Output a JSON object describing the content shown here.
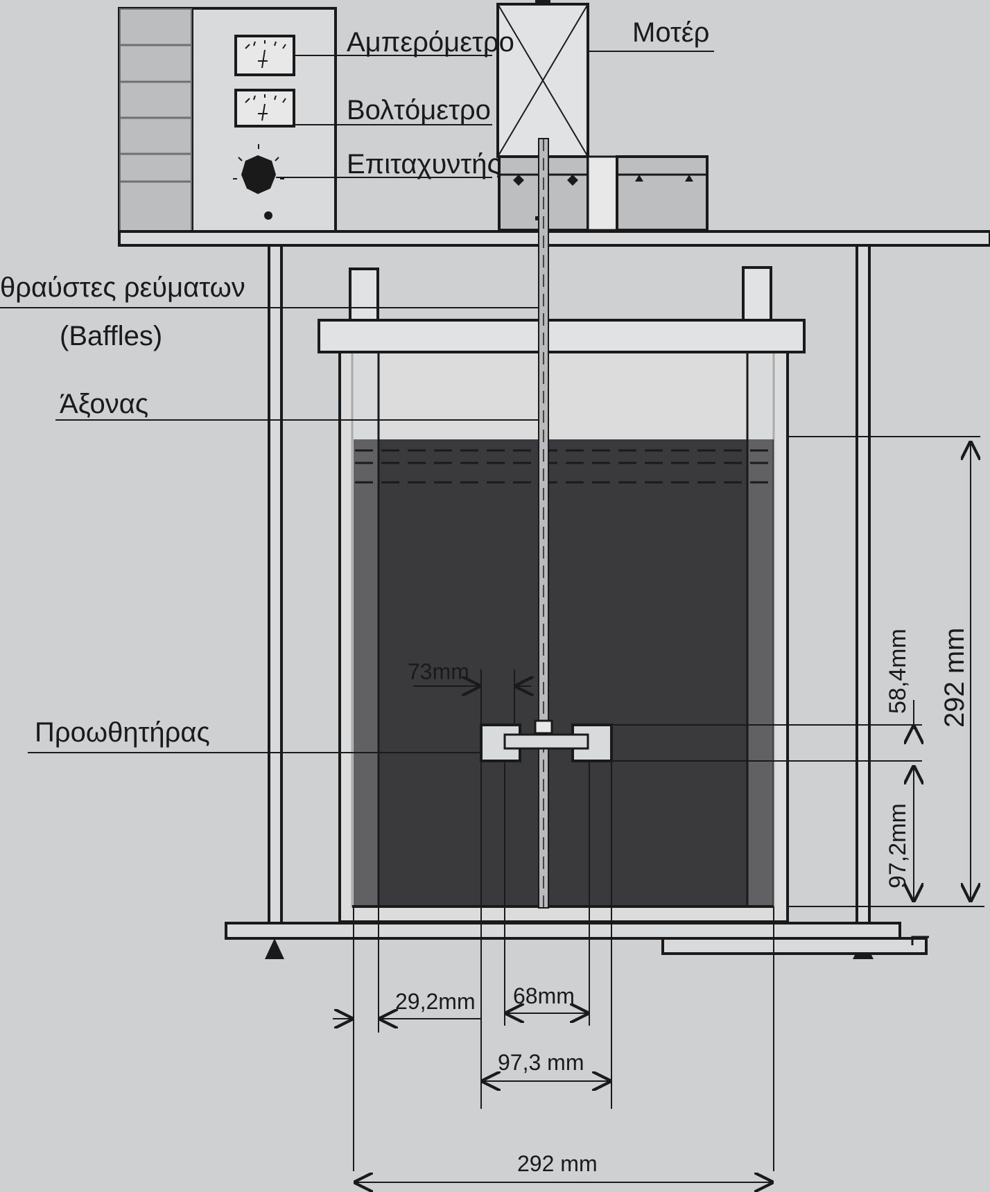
{
  "labels": {
    "ammeter": "Αμπερόμετρο",
    "voltmeter": "Βολτόμετρο",
    "accelerator": "Επιταχυντής",
    "motor": "Μοτέρ",
    "baffles_line1": "θραύστες ρεύματων",
    "baffles_line2": "(Baffles)",
    "shaft": "Άξονας",
    "impeller": "Προωθητήρας"
  },
  "dimensions": {
    "gap": "73mm",
    "impeller_height": "58,4mm",
    "tank_height": "292 mm",
    "clearance": "97,2mm",
    "baffle_width": "29,2mm",
    "hub": "68mm",
    "impeller_diameter": "97,3 mm",
    "tank_diameter": "292 mm"
  },
  "colors": {
    "background": "#cfd0d1",
    "liquid": "#3a3a3c",
    "line": "#1a1a1a",
    "panel": "#d9dadb",
    "light": "#e6e6e7",
    "wall": "#bdbebf"
  }
}
